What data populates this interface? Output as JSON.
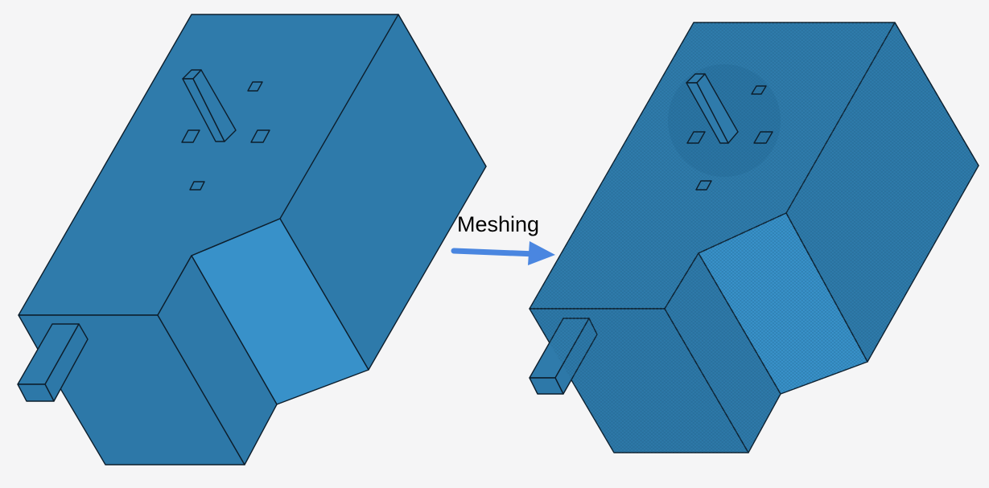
{
  "diagram": {
    "arrow_label": "Meshing",
    "left_model": "geometry-model",
    "right_model": "meshed-model",
    "colors": {
      "face_top": "#2f7bab",
      "face_dark": "#2d78a8",
      "face_light": "#3891c9",
      "edge": "#0d1e2c",
      "arrow": "#4a86e0",
      "background": "#f5f5f6"
    }
  }
}
